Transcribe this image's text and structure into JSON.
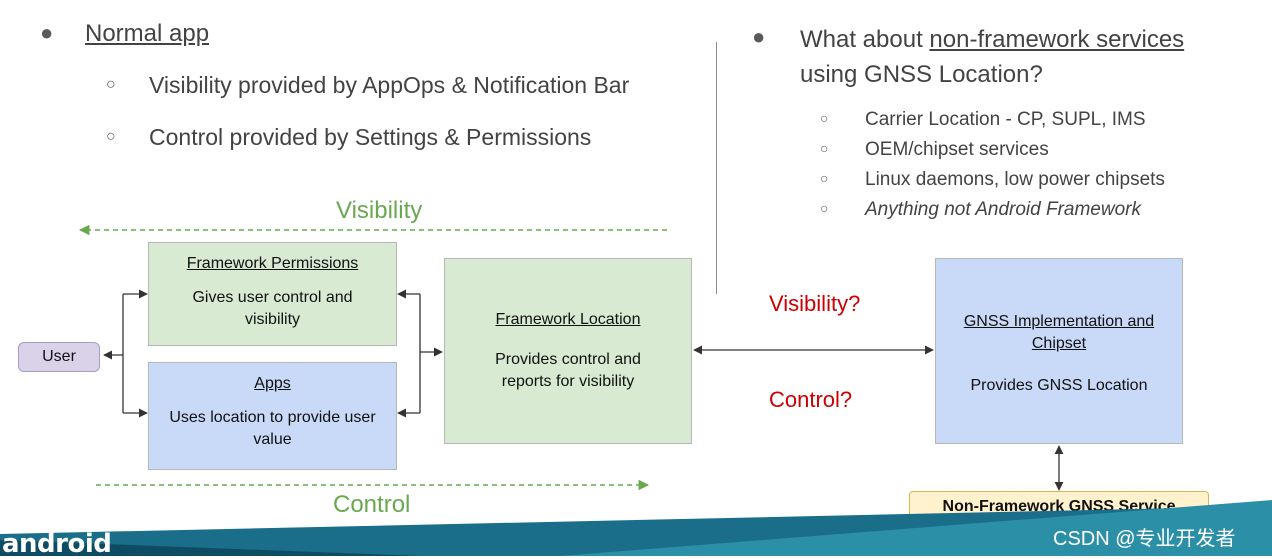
{
  "left": {
    "heading": "Normal app",
    "items": [
      "Visibility provided by AppOps & Notification Bar",
      "Control provided by Settings & Permissions"
    ]
  },
  "right": {
    "heading_prefix": "What about ",
    "heading_link": "non-framework services",
    "heading_line2": "using GNSS Location?",
    "items": [
      "Carrier Location - CP, SUPL, IMS",
      "OEM/chipset services",
      "Linux daemons, low power chipsets",
      "Anything not Android Framework"
    ]
  },
  "diagram": {
    "visibility_label": "Visibility",
    "control_label": "Control",
    "visibility_q": "Visibility?",
    "control_q": "Control?",
    "user": "User",
    "fw_permissions": {
      "title": "Framework Permissions",
      "body": "Gives user control and visibility"
    },
    "apps": {
      "title": "Apps",
      "body": "Uses location to  provide user value"
    },
    "fw_location": {
      "title": "Framework Location",
      "body": "Provides control and reports for visibility"
    },
    "gnss": {
      "title": "GNSS Implementation and Chipset",
      "body": "Provides GNSS Location"
    },
    "nf_service": "Non-Framework GNSS Service"
  },
  "footer": {
    "logo": "android",
    "watermark": "CSDN @专业开发者"
  },
  "colors": {
    "green_label": "#6aa84f",
    "red_label": "#cc0000",
    "green_box": "#d9ead3",
    "blue_box": "#c9daf8",
    "footer_teal": "#1a6e8a"
  }
}
